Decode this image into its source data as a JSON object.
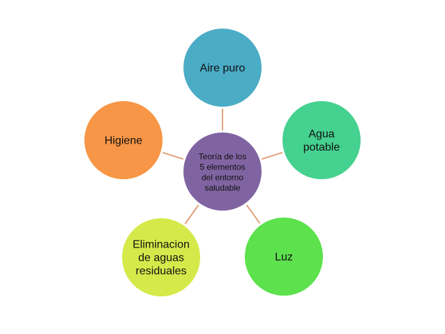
{
  "diagram": {
    "center": {
      "lines": [
        "Teoría  de los",
        "5 elementos",
        "del entorno",
        "saludable"
      ],
      "color": "#8064A2"
    },
    "nodes": [
      {
        "id": "aire-puro",
        "lines": [
          "Aire puro"
        ],
        "color": "#4BACC6"
      },
      {
        "id": "agua-potable",
        "lines": [
          "Agua",
          "potable"
        ],
        "color": "#45D18F"
      },
      {
        "id": "luz",
        "lines": [
          "Luz"
        ],
        "color": "#5DE14D"
      },
      {
        "id": "eliminacion",
        "lines": [
          "Eliminacion",
          "de aguas",
          "residuales"
        ],
        "color": "#D5EA4A"
      },
      {
        "id": "higiene",
        "lines": [
          "Higiene"
        ],
        "color": "#F79646"
      }
    ],
    "connector_color": "#E0A27C",
    "outline_color": "#FFFFFF"
  }
}
